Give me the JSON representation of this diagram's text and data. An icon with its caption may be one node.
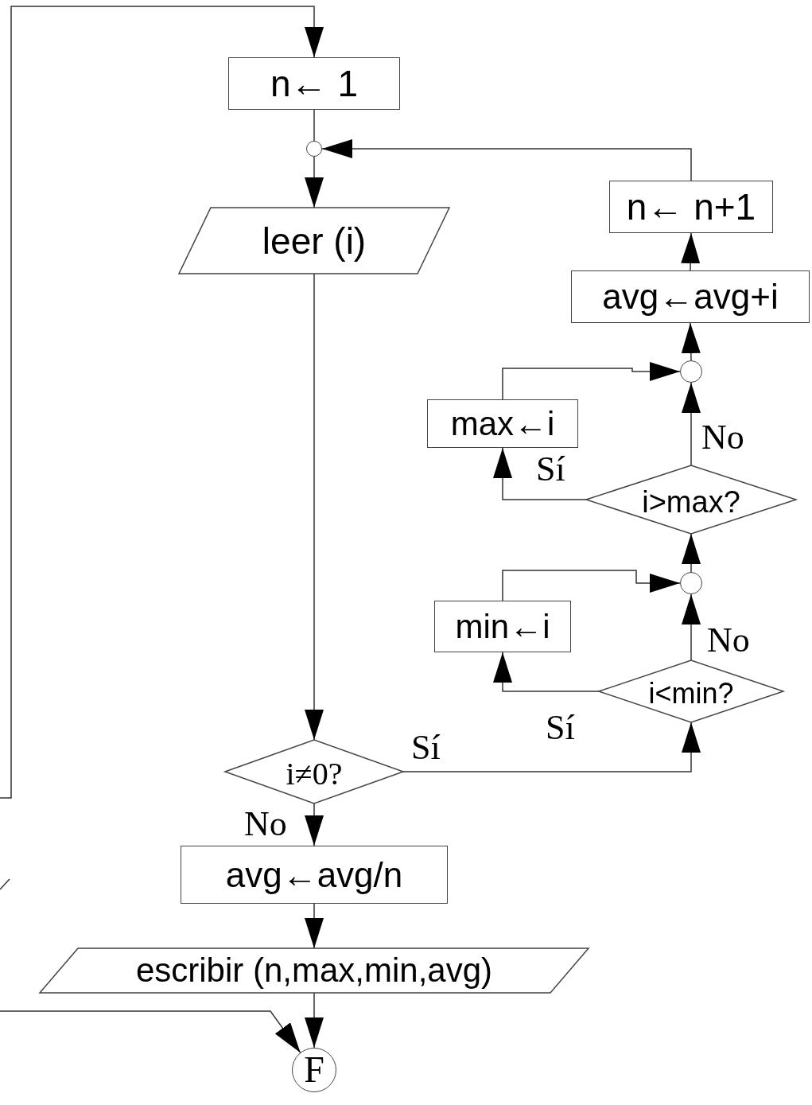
{
  "diagram": {
    "nodes": [
      {
        "text": [
          "n← 1"
        ]
      },
      {
        "text": [],
        "shape": "circle"
      },
      {
        "text": [
          "leer (i)"
        ]
      },
      {
        "text": [
          "i≠0?"
        ]
      },
      {
        "text": [
          "avg←avg/n"
        ]
      },
      {
        "text": [
          "escribir (n,max,min,avg)"
        ]
      },
      {
        "text": [
          "F"
        ]
      },
      {
        "text": [
          "i<min?"
        ]
      },
      {
        "text": [
          "min←i"
        ]
      },
      {
        "text": [],
        "shape": "circle"
      },
      {
        "text": [
          "i>max?"
        ]
      },
      {
        "text": [
          "max←i"
        ]
      },
      {
        "text": [],
        "shape": "circle"
      },
      {
        "text": [
          "avg←avg+i"
        ]
      },
      {
        "text": [
          "n← n+1"
        ]
      }
    ],
    "edges": [
      {
        "from": null,
        "to": 0,
        "arrow": "to"
      },
      {
        "from": 0,
        "to": 1,
        "arrow": "none"
      },
      {
        "from": 1,
        "to": 2,
        "arrow": "to"
      },
      {
        "from": 2,
        "to": 3,
        "arrow": "to"
      },
      {
        "from": 3,
        "to": 7,
        "arrow": "to",
        "label": "Sí"
      },
      {
        "from": 3,
        "to": 4,
        "arrow": "to",
        "label": "No"
      },
      {
        "from": 4,
        "to": 5,
        "arrow": "to"
      },
      {
        "from": 5,
        "to": 6,
        "arrow": "to"
      },
      {
        "from": null,
        "to": 6,
        "arrow": "to"
      },
      {
        "from": 7,
        "to": 8,
        "arrow": "to",
        "label": "Sí"
      },
      {
        "from": 7,
        "to": 9,
        "arrow": "to",
        "label": "No"
      },
      {
        "from": 8,
        "to": 9,
        "arrow": "to"
      },
      {
        "from": 9,
        "to": 10,
        "arrow": "to"
      },
      {
        "from": 10,
        "to": 11,
        "arrow": "to",
        "label": "Sí"
      },
      {
        "from": 10,
        "to": 12,
        "arrow": "to",
        "label": "No"
      },
      {
        "from": 11,
        "to": 12,
        "arrow": "to"
      },
      {
        "from": 12,
        "to": 13,
        "arrow": "to"
      },
      {
        "from": 13,
        "to": 14,
        "arrow": "to"
      },
      {
        "from": 14,
        "to": 1,
        "arrow": "to"
      }
    ]
  }
}
